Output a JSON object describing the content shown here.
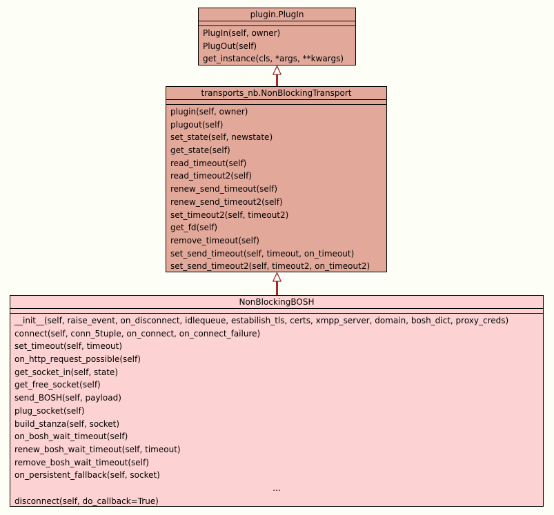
{
  "diagram": {
    "title": "UML class inheritance diagram",
    "colors": {
      "background": "#fdfff6",
      "ancestor_fill": "#e2a89a",
      "leaf_fill": "#fcd2d2",
      "border": "#000000",
      "arrow": "#a02929",
      "arrowhead_fill": "#ffffff"
    },
    "classes": [
      {
        "name": "plugin.PlugIn",
        "methods": [
          "PlugIn(self, owner)",
          "PlugOut(self)",
          "get_instance(cls, *args, **kwargs)"
        ]
      },
      {
        "name": "transports_nb.NonBlockingTransport",
        "methods": [
          "plugin(self, owner)",
          "plugout(self)",
          "set_state(self, newstate)",
          "get_state(self)",
          "read_timeout(self)",
          "read_timeout2(self)",
          "renew_send_timeout(self)",
          "renew_send_timeout2(self)",
          "set_timeout2(self, timeout2)",
          "get_fd(self)",
          "remove_timeout(self)",
          "set_send_timeout(self, timeout, on_timeout)",
          "set_send_timeout2(self, timeout2, on_timeout2)"
        ]
      },
      {
        "name": "NonBlockingBOSH",
        "methods": [
          "__init__(self, raise_event, on_disconnect, idlequeue, estabilish_tls, certs, xmpp_server, domain, bosh_dict, proxy_creds)",
          "connect(self, conn_5tuple, on_connect, on_connect_failure)",
          "set_timeout(self, timeout)",
          "on_http_request_possible(self)",
          "get_socket_in(self, state)",
          "get_free_socket(self)",
          "send_BOSH(self, payload)",
          "plug_socket(self)",
          "build_stanza(self, socket)",
          "on_bosh_wait_timeout(self)",
          "renew_bosh_wait_timeout(self, timeout)",
          "remove_bosh_wait_timeout(self)",
          "on_persistent_fallback(self, socket)",
          "...",
          "disconnect(self, do_callback=True)"
        ]
      }
    ],
    "relations": [
      {
        "type": "inheritance",
        "from": "transports_nb.NonBlockingTransport",
        "to": "plugin.PlugIn"
      },
      {
        "type": "inheritance",
        "from": "NonBlockingBOSH",
        "to": "transports_nb.NonBlockingTransport"
      }
    ]
  }
}
